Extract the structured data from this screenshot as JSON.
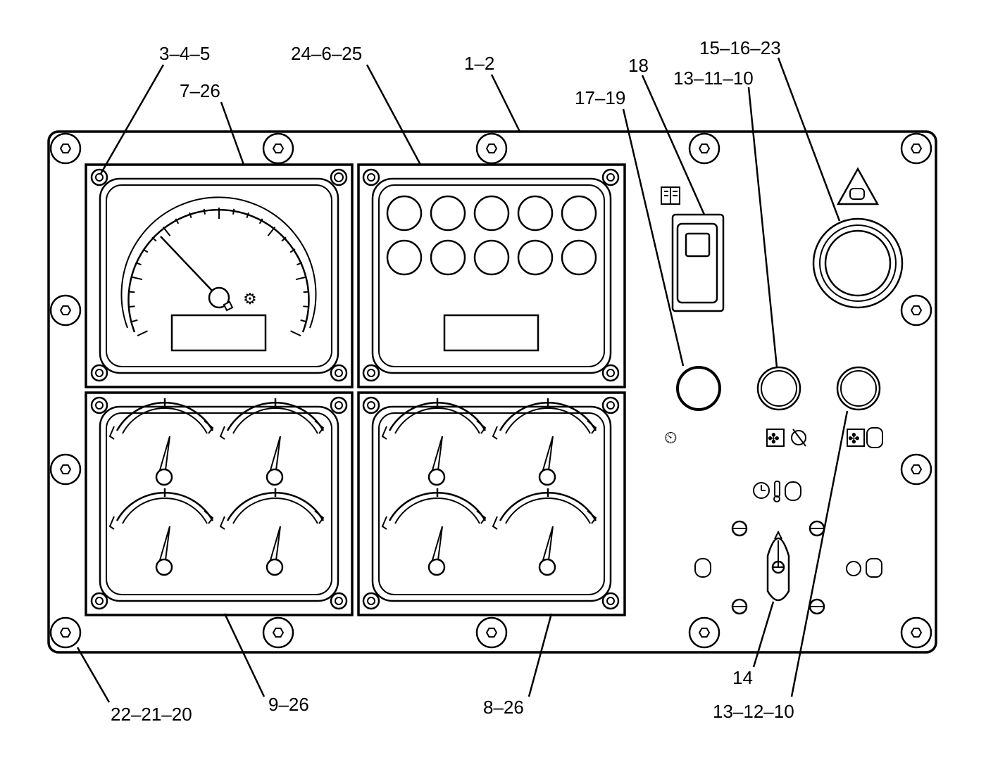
{
  "callouts": {
    "c_3_4_5": "3–4–5",
    "c_7_26": "7–26",
    "c_24_6_25": "24–6–25",
    "c_1_2": "1–2",
    "c_18": "18",
    "c_17_19": "17–19",
    "c_13_11_10": "13–11–10",
    "c_15_16_23": "15–16–23",
    "c_22_21_20": "22–21–20",
    "c_9_26": "9–26",
    "c_8_26": "8–26",
    "c_14": "14",
    "c_13_12_10": "13–12–10"
  },
  "icons": [
    "engine-warning-triangle-icon",
    "hourmeter-book-icon",
    "speed-dial-icon",
    "fan-off-icon",
    "fan-engine-icon",
    "timer-temperature-engine-icon",
    "engine-icon",
    "rotate-engine-icon",
    "engine-symbol-icon"
  ]
}
